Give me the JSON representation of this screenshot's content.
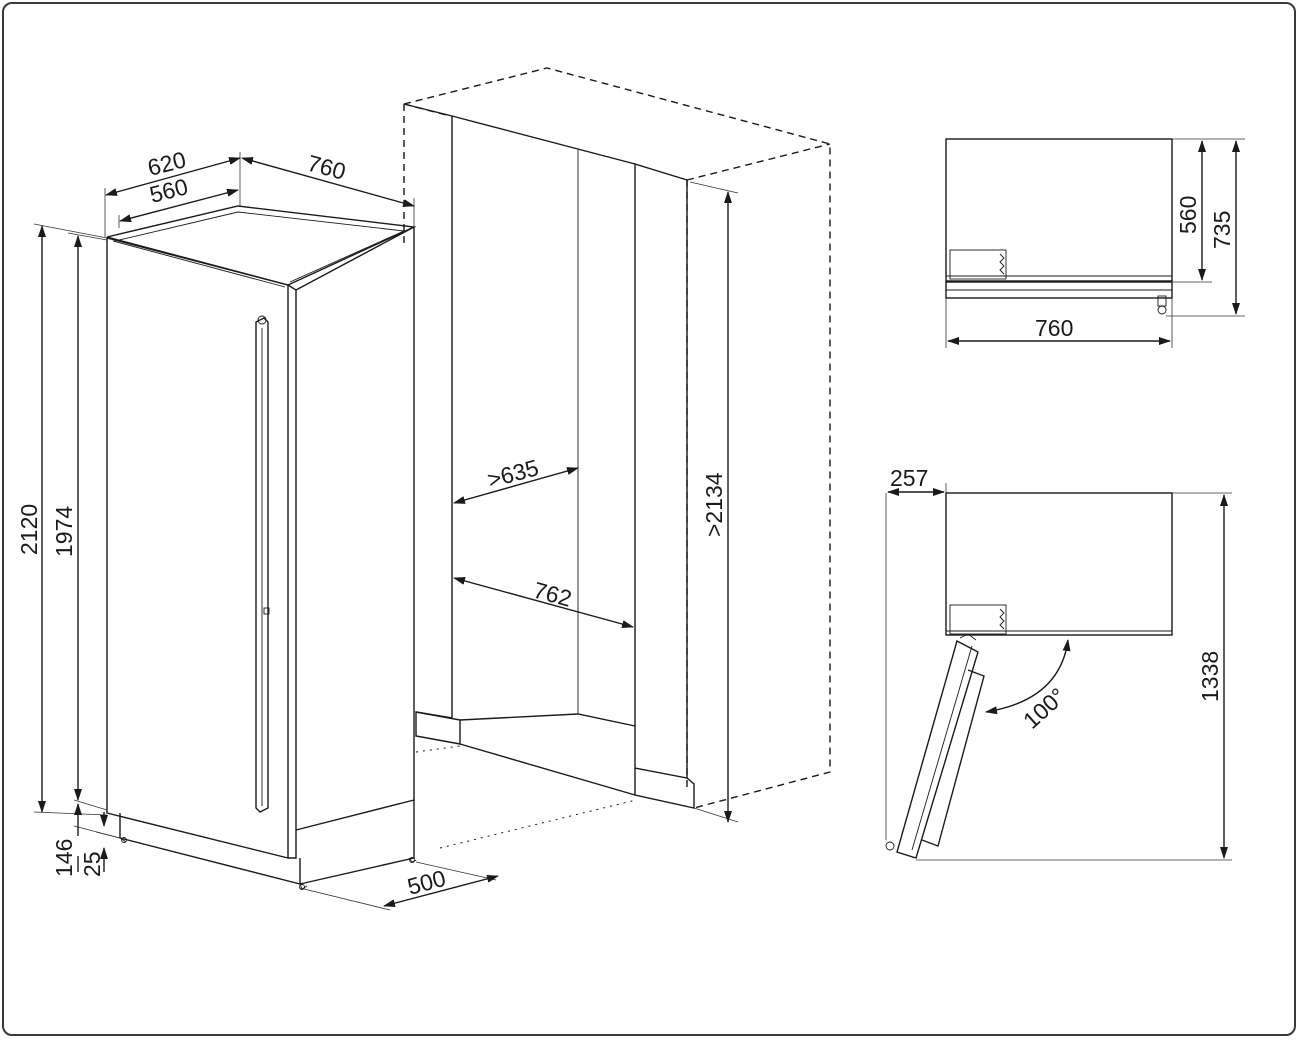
{
  "appliance_view": {
    "width_outer": "620",
    "width_inner": "560",
    "depth": "760",
    "height_total": "2120",
    "height_body": "1974",
    "plinth_height": "146",
    "foot_height": "25",
    "plinth_depth": "500"
  },
  "niche_view": {
    "min_width": ">635",
    "depth": "762",
    "min_height": ">2134"
  },
  "top_view": {
    "depth_body": "560",
    "depth_total": "735",
    "width": "760"
  },
  "door_view": {
    "side_clearance": "257",
    "open_depth": "1338",
    "opening_angle": "100°"
  }
}
